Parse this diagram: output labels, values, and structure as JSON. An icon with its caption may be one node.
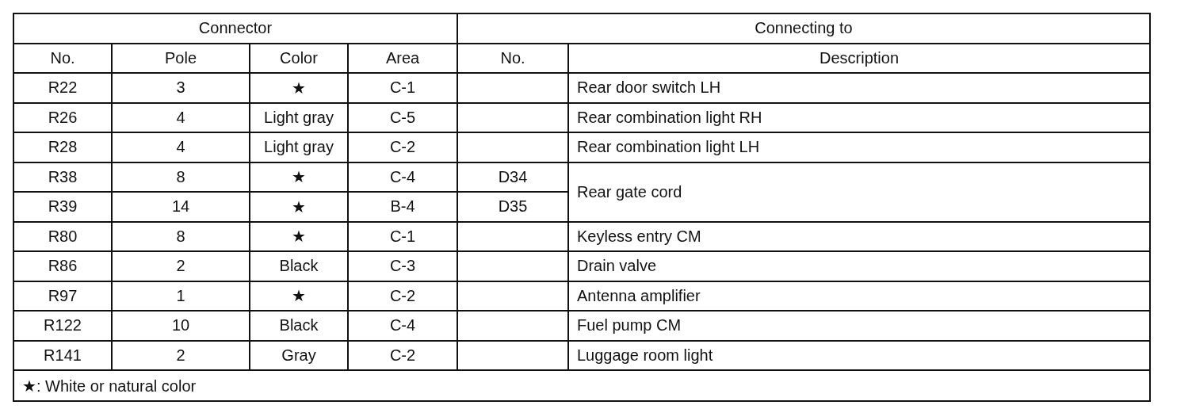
{
  "diagram": {
    "labels": [
      "Connector",
      "Connecting to",
      "No.",
      "Pole",
      "Color",
      "Area",
      "No.",
      "Description",
      "R22",
      "3",
      "★",
      "C-1",
      "Rear door switch LH",
      "R26",
      "4",
      "Light gray",
      "C-5",
      "Rear combination light RH",
      "R28",
      "4",
      "Light gray",
      "C-2",
      "Rear combination light LH",
      "R38",
      "8",
      "★",
      "C-4",
      "D34",
      "Rear gate cord",
      "R39",
      "14",
      "★",
      "B-4",
      "D35",
      "R80",
      "8",
      "★",
      "C-1",
      "Keyless entry CM",
      "R86",
      "2",
      "Black",
      "C-3",
      "Drain valve",
      "R97",
      "1",
      "★",
      "C-2",
      "Antenna amplifier",
      "R122",
      "10",
      "Black",
      "C-4",
      "Fuel pump CM",
      "R141",
      "2",
      "Gray",
      "C-2",
      "Luggage room light",
      "★: White or natural color"
    ]
  }
}
